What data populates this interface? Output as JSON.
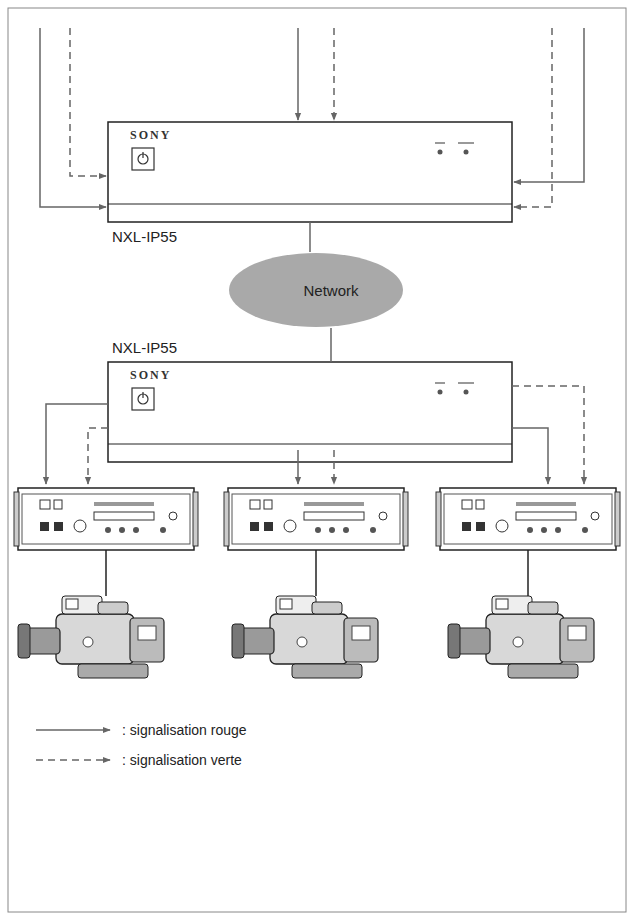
{
  "diagram": {
    "nodes": [
      {
        "text": [
          "SONY",
          "NXL-IP55"
        ]
      },
      {
        "text": [
          "Network"
        ]
      },
      {
        "text": [
          "SONY",
          "NXL-IP55"
        ]
      }
    ],
    "edges": [
      {
        "from": 0,
        "to": 1,
        "arrow": "none"
      },
      {
        "from": 1,
        "to": 2,
        "arrow": "none"
      }
    ],
    "legend": [
      {
        "text": ": signalisation rouge"
      },
      {
        "text": ": signalisation verte"
      }
    ]
  }
}
